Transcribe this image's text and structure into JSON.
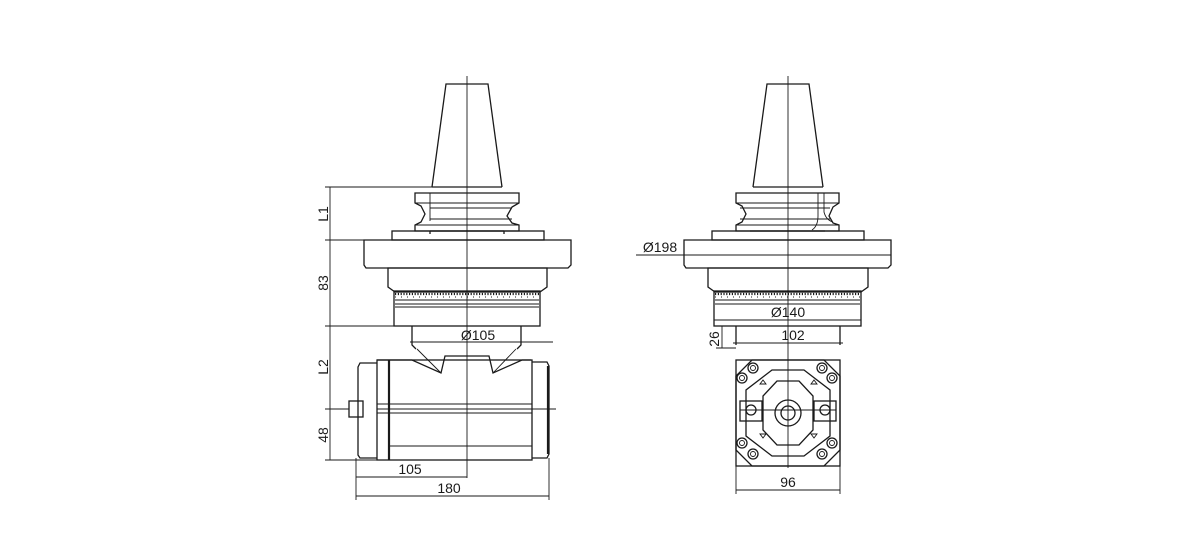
{
  "drawing": {
    "views": [
      {
        "name": "side-view",
        "dimensions": {
          "L1": "L1",
          "h83": "83",
          "L2": "L2",
          "h48": "48",
          "d105": "Ø105",
          "w105": "105",
          "w180": "180"
        }
      },
      {
        "name": "front-view",
        "dimensions": {
          "d198": "Ø198",
          "d140": "Ø140",
          "w102": "102",
          "h26": "26",
          "w96": "96"
        }
      }
    ],
    "line_color": "#1a1a1a",
    "background": "#ffffff"
  }
}
